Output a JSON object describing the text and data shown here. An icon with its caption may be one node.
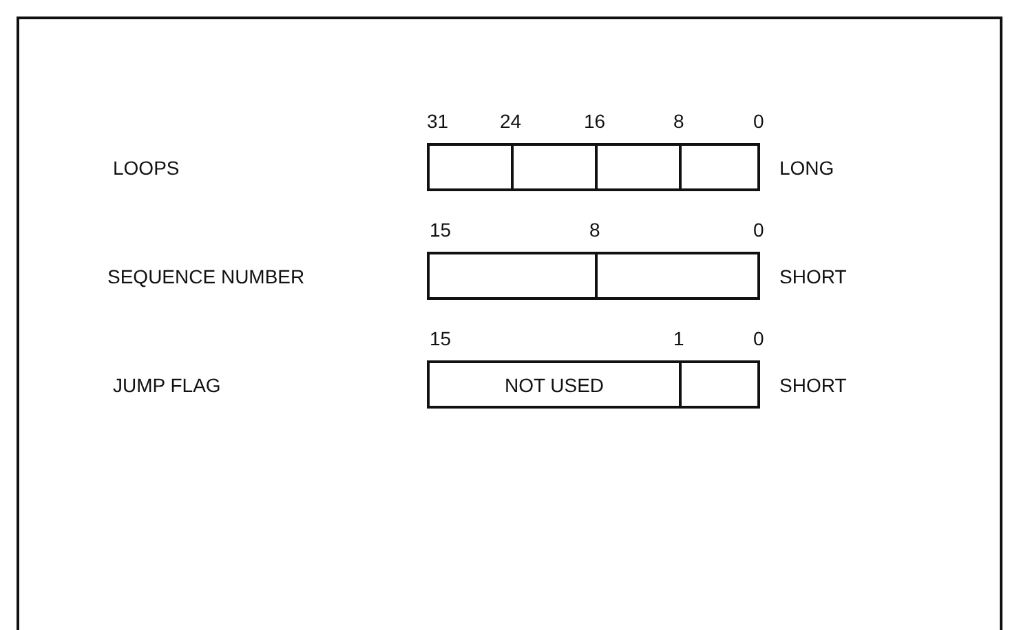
{
  "diagram": {
    "nodes": [
      {
        "text": [],
        "shape": "box"
      },
      {
        "text": [],
        "shape": "box"
      },
      {
        "text": [],
        "shape": "box"
      },
      {
        "text": [],
        "shape": "box"
      },
      {
        "text": [],
        "shape": "box"
      },
      {
        "text": [],
        "shape": "box"
      },
      {
        "text": [
          "NOT USED"
        ]
      },
      {
        "text": [],
        "shape": "box"
      }
    ],
    "edges": [],
    "labels": [
      "31",
      "24",
      "16",
      "8",
      "0",
      "LOOPS",
      "LONG",
      "15",
      "8",
      "0",
      "SEQUENCE NUMBER",
      "SHORT",
      "15",
      "1",
      "0",
      "JUMP FLAG",
      "SHORT"
    ]
  }
}
